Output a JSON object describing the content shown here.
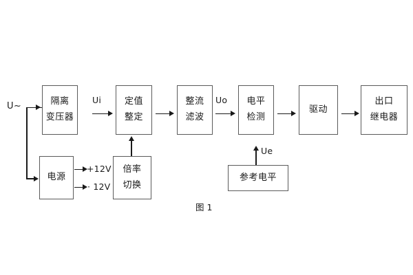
{
  "diagram": {
    "caption": "图 1",
    "input_label": "U~",
    "blocks": [
      {
        "id": "isolation-transformer",
        "lines": [
          "隔离",
          "变压器"
        ]
      },
      {
        "id": "setting-adjustment",
        "lines": [
          "定值",
          "整定"
        ]
      },
      {
        "id": "rectify-filter",
        "lines": [
          "整流",
          "滤波"
        ]
      },
      {
        "id": "level-detection",
        "lines": [
          "电平",
          "检测"
        ]
      },
      {
        "id": "drive",
        "lines": [
          "驱动"
        ]
      },
      {
        "id": "output-relay",
        "lines": [
          "出口",
          "继电器"
        ]
      },
      {
        "id": "power-supply",
        "lines": [
          "电源"
        ]
      },
      {
        "id": "multiplier-switch",
        "lines": [
          "倍率",
          "切换"
        ]
      },
      {
        "id": "reference-level",
        "lines": [
          "参考电平"
        ]
      }
    ],
    "signals": {
      "ui": "Ui",
      "uo": "Uo",
      "ue": "Ue",
      "supply_positive": "+12V",
      "supply_negative": "· 12V"
    }
  }
}
